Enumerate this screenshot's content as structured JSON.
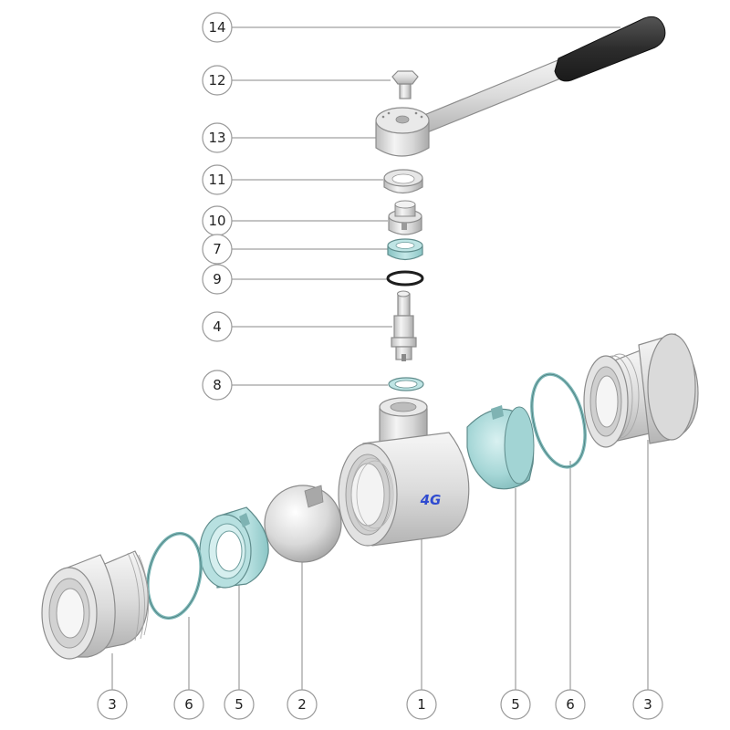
{
  "callouts": {
    "c14": "14",
    "c12": "12",
    "c13": "13",
    "c11": "11",
    "c10": "10",
    "c7": "7",
    "c9": "9",
    "c4": "4",
    "c8": "8",
    "b3l": "3",
    "b6l": "6",
    "b5l": "5",
    "b2": "2",
    "b1": "1",
    "b5r": "5",
    "b6r": "6",
    "b3r": "3"
  },
  "logo_text": "4G",
  "colors": {
    "metal_light": "#ececec",
    "metal_mid": "#c9c9c9",
    "metal_dark": "#9a9a9a",
    "seal_teal": "#9fd3d3",
    "oring_dark": "#1e1e1e",
    "handle_grip": "#3a3a3a",
    "logo_blue": "#2f4bd0"
  }
}
